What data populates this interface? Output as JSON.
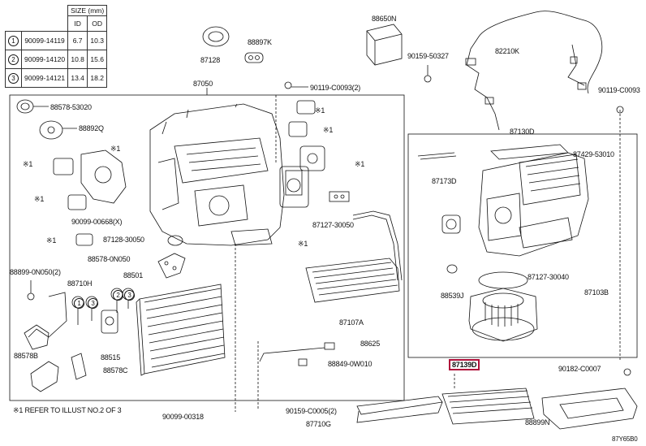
{
  "size_table": {
    "header_size": "SIZE (mm)",
    "header_id": "ID",
    "header_od": "OD",
    "rows": [
      {
        "num": "1",
        "part": "90099-14119",
        "id": "6.7",
        "od": "10.3"
      },
      {
        "num": "2",
        "part": "90099-14120",
        "id": "10.8",
        "od": "15.6"
      },
      {
        "num": "3",
        "part": "90099-14121",
        "id": "13.4",
        "od": "18.2"
      }
    ]
  },
  "labels": {
    "p88650n": "88650N",
    "p88897k": "88897K",
    "p87128": "87128",
    "p90159_50327": "90159-50327",
    "p82210k": "82210K",
    "p87050": "87050",
    "p90119_c0093_2": "90119-C0093(2)",
    "p90119_c0093": "90119-C0093",
    "p88578_53020": "88578-53020",
    "p88892q": "88892Q",
    "p87130d": "87130D",
    "p87429_53010": "87429-53010",
    "p87173d": "87173D",
    "p90099_00668": "90099-00668(X)",
    "p87128_30050": "87128-30050",
    "p87127_30050": "87127-30050",
    "p88578_0n050": "88578-0N050",
    "p88899_0n050_2": "88899-0N050(2)",
    "p88710h": "88710H",
    "p88501": "88501",
    "p87127_30040": "87127-30040",
    "p88539j": "88539J",
    "p87103b": "87103B",
    "p87107a": "87107A",
    "p88625": "88625",
    "p88515": "88515",
    "p88578b": "88578B",
    "p88578c": "88578C",
    "p88849_0w010": "88849-0W010",
    "p87139d": "87139D",
    "p90182_c0007": "90182-C0007",
    "p90099_00318": "90099-00318",
    "p90159_c0005_2": "90159-C0005(2)",
    "p87710g": "87710G",
    "p88899n": "88899N",
    "footnote": "※1 REFER TO ILLUST NO.2 OF 3",
    "ref1": "※1",
    "ref2": "※1",
    "ref3": "※1",
    "ref4": "※1",
    "ref5": "※1",
    "ref6": "※1",
    "ref7": "※1",
    "ref8": "※1",
    "c1": "1",
    "c2": "2",
    "c3": "3",
    "c4": "1",
    "c5": "2",
    "c6": "3",
    "corner": "87Y65B0"
  },
  "colors": {
    "highlight": "#b0103a",
    "line": "#111111"
  }
}
